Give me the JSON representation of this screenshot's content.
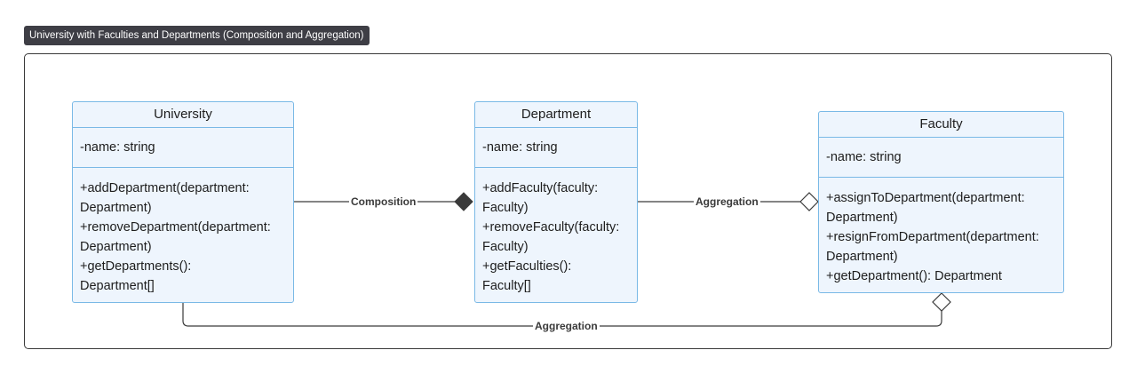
{
  "diagram": {
    "title": "University with Faculties and Departments (Composition and Aggregation)"
  },
  "classes": {
    "university": {
      "name": "University",
      "attributes": [
        "-name: string"
      ],
      "operations": [
        "+addDepartment(department:",
        "Department)",
        "+removeDepartment(department:",
        "Department)",
        "+getDepartments():",
        "Department[]"
      ]
    },
    "department": {
      "name": "Department",
      "attributes": [
        "-name: string"
      ],
      "operations": [
        "+addFaculty(faculty:",
        "Faculty)",
        "+removeFaculty(faculty:",
        "Faculty)",
        "+getFaculties():",
        "Faculty[]"
      ]
    },
    "faculty": {
      "name": "Faculty",
      "attributes": [
        "-name: string"
      ],
      "operations": [
        "+assignToDepartment(department:",
        "Department)",
        "+resignFromDepartment(department:",
        "Department)",
        "+getDepartment(): Department"
      ]
    }
  },
  "relations": [
    {
      "from": "University",
      "to": "Department",
      "label": "Composition",
      "type": "composition"
    },
    {
      "from": "Department",
      "to": "Faculty",
      "label": "Aggregation",
      "type": "aggregation"
    },
    {
      "from": "University",
      "to": "Faculty",
      "label": "Aggregation",
      "type": "aggregation"
    }
  ],
  "colors": {
    "class_fill": "#eef5fd",
    "class_border": "#7ab9e6",
    "line": "#3a3a3a",
    "title_bg": "#3e3e45"
  }
}
